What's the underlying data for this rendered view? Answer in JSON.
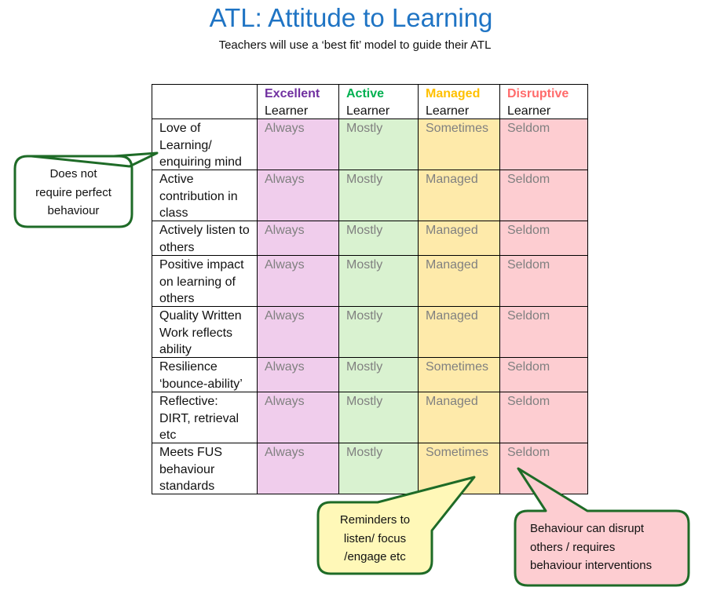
{
  "title": "ATL: Attitude to Learning",
  "subtitle": "Teachers will use a  ‘best fit’ model to guide their ATL",
  "colors": {
    "excellent": "#7030a0",
    "active": "#00b050",
    "managed": "#ffc000",
    "disruptive": "#ff6b6b",
    "excellent_bg": "#f0cdec",
    "active_bg": "#d9f2d0",
    "managed_bg": "#feeaaa",
    "disruptive_bg": "#fdcdd1",
    "callout_border": "#1e6b27"
  },
  "columns": [
    {
      "name": "Excellent",
      "suffix": "Learner"
    },
    {
      "name": "Active",
      "suffix": "Learner"
    },
    {
      "name": "Managed",
      "suffix": "Learner"
    },
    {
      "name": "Disruptive",
      "suffix": "Learner"
    }
  ],
  "rows": [
    {
      "label": "Love of\nLearning/\nenquiring mind",
      "values": [
        "Always",
        "Mostly",
        "Sometimes",
        "Seldom"
      ]
    },
    {
      "label": "Active\ncontribution in\nclass",
      "values": [
        "Always",
        "Mostly",
        "Managed",
        "Seldom"
      ]
    },
    {
      "label": "Actively listen to\nothers",
      "values": [
        "Always",
        "Mostly",
        "Managed",
        "Seldom"
      ]
    },
    {
      "label": "Positive impact\non learning of\nothers",
      "values": [
        "Always",
        "Mostly",
        "Managed",
        "Seldom"
      ]
    },
    {
      "label": "Quality Written\nWork reflects\nability",
      "values": [
        "Always",
        "Mostly",
        "Managed",
        "Seldom"
      ]
    },
    {
      "label": "Resilience\n‘bounce-ability’",
      "values": [
        "Always",
        "Mostly",
        "Sometimes",
        "Seldom"
      ]
    },
    {
      "label": "Reflective:\nDIRT, retrieval\netc",
      "values": [
        "Always",
        "Mostly",
        "Managed",
        "Seldom"
      ]
    },
    {
      "label": "Meets FUS\nbehaviour\nstandards",
      "values": [
        "Always",
        "Mostly",
        "Sometimes",
        "Seldom"
      ]
    }
  ],
  "callouts": {
    "left": "Does not\nrequire perfect\nbehaviour",
    "managed": "Reminders to\nlisten/ focus\n/engage etc",
    "disruptive": "Behaviour can disrupt\nothers / requires\nbehaviour interventions"
  }
}
